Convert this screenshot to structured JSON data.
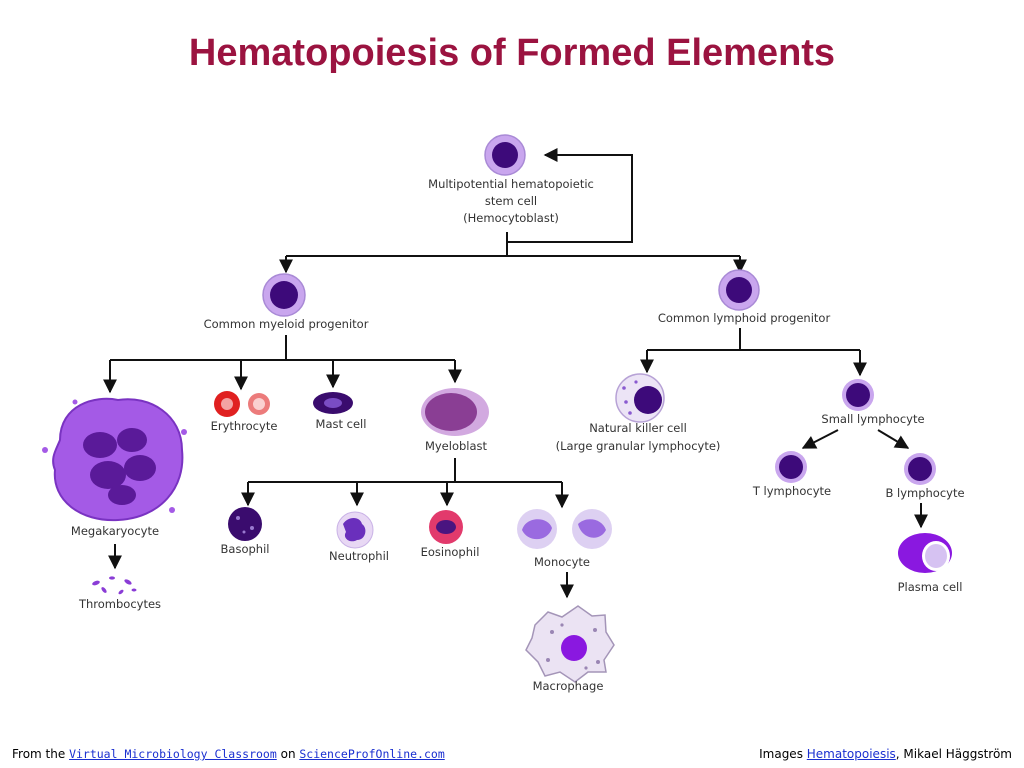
{
  "title": "Hematopoiesis of Formed Elements",
  "colors": {
    "title": "#9b1340",
    "cell_nucleus": "#3d0a7a",
    "cell_cytoplasm": "#c9a6ee",
    "erythrocyte": "#e02020",
    "link": "#1a2fd0",
    "line": "#111111"
  },
  "nodes": {
    "stem_cell": {
      "line1": "Multipotential hematopoietic",
      "line2": "stem cell",
      "line3": "(Hemocytoblast)"
    },
    "myeloid_progenitor": "Common myeloid progenitor",
    "lymphoid_progenitor": "Common lymphoid progenitor",
    "megakaryocyte": "Megakaryocyte",
    "thrombocytes": "Thrombocytes",
    "erythrocyte": "Erythrocyte",
    "mast_cell": "Mast cell",
    "myeloblast": "Myeloblast",
    "basophil": "Basophil",
    "neutrophil": "Neutrophil",
    "eosinophil": "Eosinophil",
    "monocyte": "Monocyte",
    "macrophage": "Macrophage",
    "nk_cell": {
      "line1": "Natural killer cell",
      "line2": "(Large granular lymphocyte)"
    },
    "small_lymphocyte": "Small lymphocyte",
    "t_lymphocyte": "T lymphocyte",
    "b_lymphocyte": "B lymphocyte",
    "plasma_cell": "Plasma cell"
  },
  "footer": {
    "left": {
      "prefix": "From the ",
      "link1": "Virtual Microbiology Classroom",
      "middle": " on ",
      "link2": "ScienceProfOnline.com"
    },
    "right": {
      "prefix": "Images ",
      "link": "Hematopoiesis",
      "suffix": ", Mikael Häggström"
    }
  }
}
